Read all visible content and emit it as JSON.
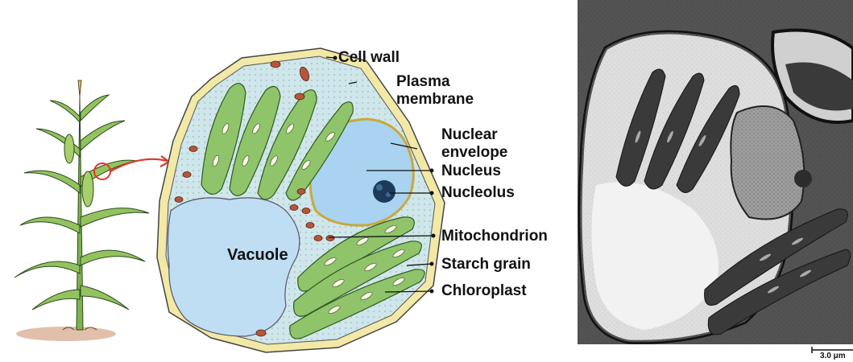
{
  "labels": {
    "cell_wall": "Cell wall",
    "plasma_membrane_1": "Plasma",
    "plasma_membrane_2": "membrane",
    "nuclear_envelope_1": "Nuclear",
    "nuclear_envelope_2": "envelope",
    "nucleus": "Nucleus",
    "nucleolus": "Nucleolus",
    "mitochondrion": "Mitochondrion",
    "starch_grain": "Starch grain",
    "chloroplast": "Chloroplast",
    "vacuole": "Vacuole"
  },
  "scale_bar": "3.0 μm",
  "colors": {
    "cell_wall": "#f3e9a6",
    "cytoplasm": "#cfe6ea",
    "vacuole": "#bfddf3",
    "nucleus": "#a9d3f0",
    "chloroplast": "#8fc46a",
    "mitochondrion": "#b5563a",
    "arrow": "#e0352b",
    "micrograph_dark": "#2a2a2a",
    "micrograph_light": "#d9d9d9"
  }
}
